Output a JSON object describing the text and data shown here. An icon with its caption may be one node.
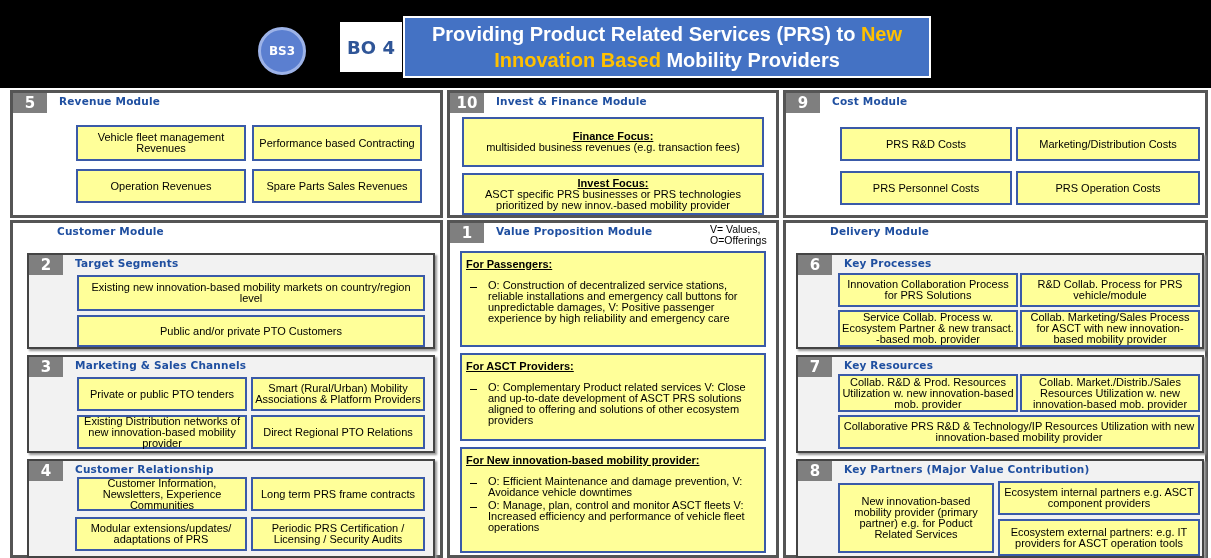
{
  "diagram": {
    "title": "Providing Product Related Services (PRS) to **New Innovation Based** Mobility Providers",
    "nodes": [
      {
        "text": [
          "BS3"
        ]
      },
      {
        "text": [
          "BO 4"
        ]
      },
      {
        "text": [
          "5",
          "Revenue Module"
        ]
      },
      {
        "text": [
          "Vehicle fleet management Revenues"
        ],
        "in": 2
      },
      {
        "text": [
          "Performance based Contracting"
        ],
        "in": 2
      },
      {
        "text": [
          "Operation Revenues"
        ],
        "in": 2
      },
      {
        "text": [
          "Spare Parts Sales Revenues"
        ],
        "in": 2
      },
      {
        "text": [
          "10",
          "Invest & Finance Module"
        ]
      },
      {
        "text": [
          "Finance Focus:",
          "multisided business revenues (e.g. transaction fees)"
        ],
        "in": 7
      },
      {
        "text": [
          "Invest Focus:",
          "ASCT specific PRS businesses or PRS technologies prioritized by new innov.-based mobility provider"
        ],
        "in": 7
      },
      {
        "text": [
          "9",
          "Cost Module"
        ]
      },
      {
        "text": [
          "PRS R&D Costs"
        ],
        "in": 10
      },
      {
        "text": [
          "Marketing/Distribution Costs"
        ],
        "in": 10
      },
      {
        "text": [
          "PRS Personnel Costs"
        ],
        "in": 10
      },
      {
        "text": [
          "PRS Operation Costs"
        ],
        "in": 10
      },
      {
        "text": [
          "Customer Module"
        ]
      },
      {
        "text": [
          "2",
          "Target Segments"
        ],
        "in": 15
      },
      {
        "text": [
          "Existing new innovation-based mobility markets on country/region level"
        ],
        "in": 16
      },
      {
        "text": [
          "Public and/or private  PTO Customers"
        ],
        "in": 16
      },
      {
        "text": [
          "3",
          "Marketing & Sales Channels"
        ],
        "in": 15
      },
      {
        "text": [
          "Private or public PTO tenders"
        ],
        "in": 19
      },
      {
        "text": [
          "Smart (Rural/Urban) Mobility Associations & Platform Providers"
        ],
        "in": 19
      },
      {
        "text": [
          "Existing Distribution networks of new innovation-based mobility provider"
        ],
        "in": 19
      },
      {
        "text": [
          "Direct Regional PTO Relations"
        ],
        "in": 19
      },
      {
        "text": [
          "4",
          "Customer Relationship"
        ],
        "in": 15
      },
      {
        "text": [
          "Customer Information, Newsletters, Experience Communities"
        ],
        "in": 24
      },
      {
        "text": [
          "Long term PRS frame contracts"
        ],
        "in": 24
      },
      {
        "text": [
          "Modular extensions/updates/ adaptations of PRS"
        ],
        "in": 24
      },
      {
        "text": [
          "Periodic PRS Certification / Licensing / Security Audits"
        ],
        "in": 24
      },
      {
        "text": [
          "1",
          "Value Proposition  Module",
          "V= Values, O=Offerings"
        ]
      },
      {
        "text": [
          "For Passengers:",
          "O: Construction of decentralized service stations, reliable installations and emergency call buttons for unpredictable damages, V: Positive passenger experience by high reliability and emergency care"
        ],
        "in": 29
      },
      {
        "text": [
          "For ASCT Providers:",
          "O: Complementary Product related services V: Close and up-to-date development of ASCT PRS solutions aligned to offering and solutions of other ecosystem providers"
        ],
        "in": 29
      },
      {
        "text": [
          "For New innovation-based  mobility provider:",
          "O: Efficient Maintenance and damage prevention, V: Avoidance vehicle downtimes",
          "O: Manage, plan, control and monitor ASCT fleets V: Increased efficiency and performance of vehicle fleet operations"
        ],
        "in": 29
      },
      {
        "text": [
          "Delivery Module"
        ]
      },
      {
        "text": [
          "6",
          "Key Processes"
        ],
        "in": 33
      },
      {
        "text": [
          "Innovation Collaboration Process for PRS Solutions"
        ],
        "in": 34
      },
      {
        "text": [
          "R&D Collab. Process for PRS vehicle/module"
        ],
        "in": 34
      },
      {
        "text": [
          "Service Collab. Process w. Ecosystem Partner & new transact. -based mob. provider"
        ],
        "in": 34
      },
      {
        "text": [
          "Collab. Marketing/Sales Process for ASCT with new innovation-based mobility provider"
        ],
        "in": 34
      },
      {
        "text": [
          "7",
          "Key Resources"
        ],
        "in": 33
      },
      {
        "text": [
          "Collab. R&D & Prod. Resources Utilization w. new innovation-based mob. provider"
        ],
        "in": 39
      },
      {
        "text": [
          "Collab. Market./Distrib./Sales Resources Utilization w. new innovation-based mob. provider"
        ],
        "in": 39
      },
      {
        "text": [
          "Collaborative PRS R&D & Technology/IP Resources Utilization with new innovation-based mobility provider"
        ],
        "in": 39
      },
      {
        "text": [
          "8",
          "Key Partners (Major Value Contribution)"
        ],
        "in": 33
      },
      {
        "text": [
          "New innovation-based mobility provider (primary partner) e.g. for Poduct Related Services"
        ],
        "in": 43
      },
      {
        "text": [
          "Ecosystem internal partners e.g. ASCT component providers"
        ],
        "in": 43
      },
      {
        "text": [
          "Ecosystem external partners: e.g. IT providers for ASCT operation tools"
        ],
        "in": 43
      }
    ]
  }
}
